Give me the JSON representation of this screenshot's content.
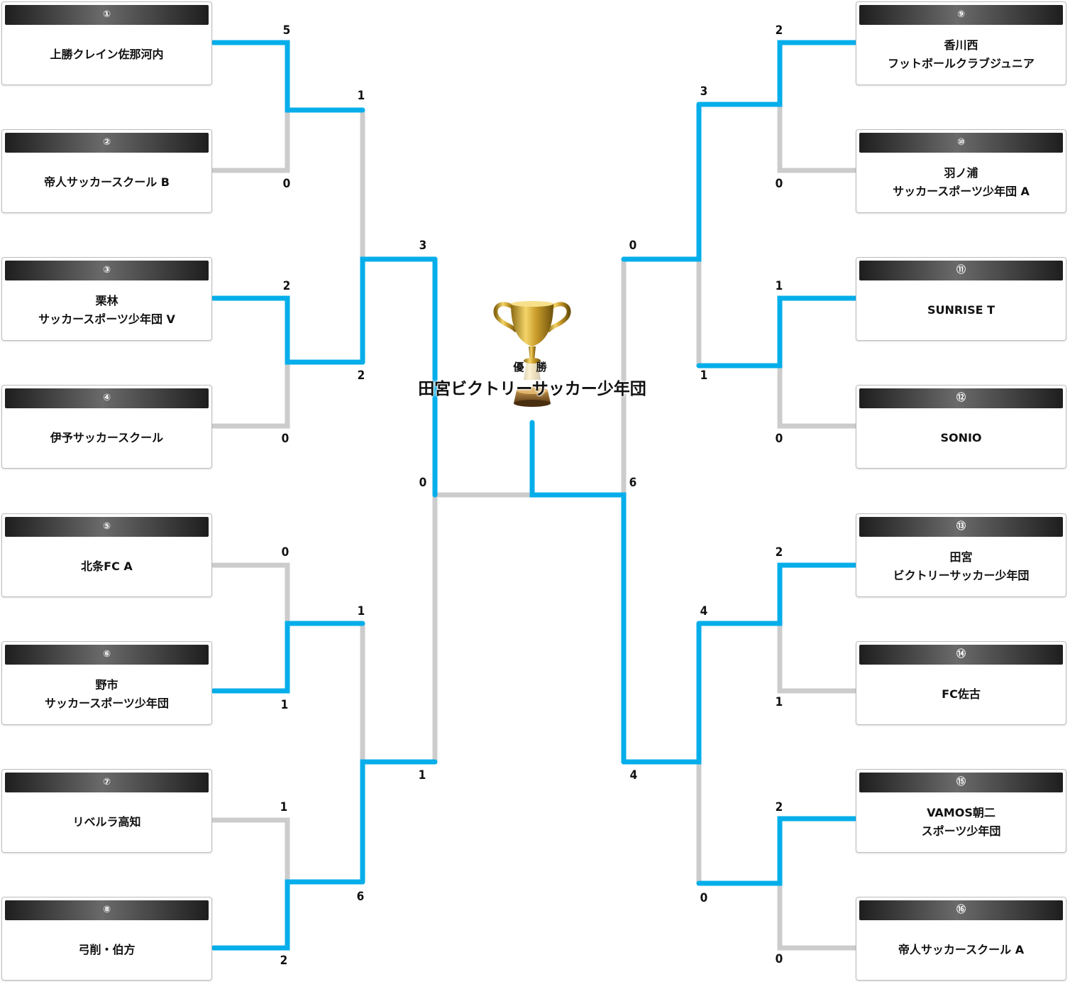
{
  "colors": {
    "win_line": "#05aeea",
    "lose_line": "#cccccc"
  },
  "teams": [
    {
      "num": "①",
      "name": "上勝クレイン佐那河内"
    },
    {
      "num": "②",
      "name": "帝人サッカースクール B"
    },
    {
      "num": "③",
      "name": "栗林\nサッカースポーツ少年団 V"
    },
    {
      "num": "④",
      "name": "伊予サッカースクール"
    },
    {
      "num": "⑤",
      "name": "北条FC A"
    },
    {
      "num": "⑥",
      "name": "野市\nサッカースポーツ少年団"
    },
    {
      "num": "⑦",
      "name": "リベルラ高知"
    },
    {
      "num": "⑧",
      "name": "弓削・伯方"
    },
    {
      "num": "⑨",
      "name": "香川西\nフットボールクラブジュニア"
    },
    {
      "num": "⑩",
      "name": "羽ノ浦\nサッカースポーツ少年団 A"
    },
    {
      "num": "⑪",
      "name": "SUNRISE T"
    },
    {
      "num": "⑫",
      "name": "SONIO"
    },
    {
      "num": "⑬",
      "name": "田宮\nビクトリーサッカー少年団"
    },
    {
      "num": "⑭",
      "name": "FC佐古"
    },
    {
      "num": "⑮",
      "name": "VAMOS朝二\nスポーツ少年団"
    },
    {
      "num": "⑯",
      "name": "帝人サッカースクール A"
    }
  ],
  "scores": {
    "round1": [
      "5",
      "0",
      "2",
      "0",
      "0",
      "1",
      "1",
      "2",
      "2",
      "0",
      "1",
      "0",
      "2",
      "1",
      "2",
      "0"
    ],
    "round2": [
      "1",
      "2",
      "1",
      "6",
      "3",
      "1",
      "4",
      "0"
    ],
    "semifinal": [
      "3",
      "0",
      "1",
      "0",
      "6",
      "4"
    ],
    "note": ""
  },
  "champion": {
    "label": "優 勝",
    "name": "田宮ビクトリーサッカー少年団",
    "trophy_icon": "trophy-icon"
  }
}
